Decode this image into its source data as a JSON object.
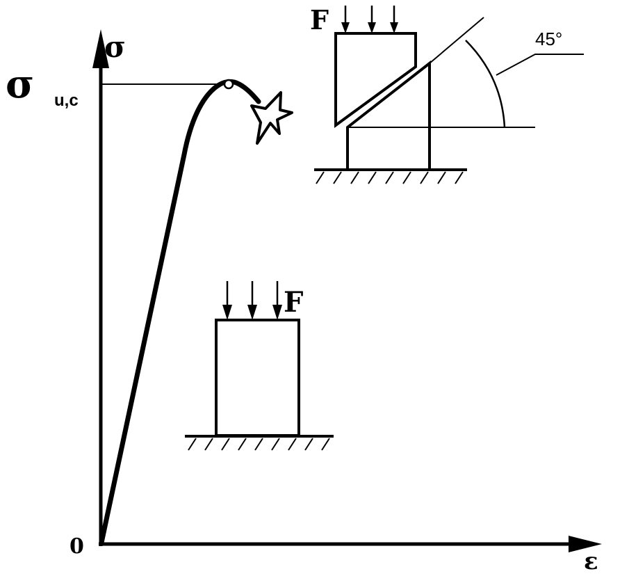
{
  "axes": {
    "y_symbol": "σ",
    "x_symbol": "ε",
    "origin": "0",
    "ultimate_label": {
      "symbol": "σ",
      "subscript": "u,c"
    }
  },
  "upper_specimen": {
    "force_label": "F",
    "angle_label": "45°"
  },
  "lower_specimen": {
    "force_label": "F"
  },
  "colors": {
    "ink": "#000000",
    "background": "#ffffff"
  }
}
